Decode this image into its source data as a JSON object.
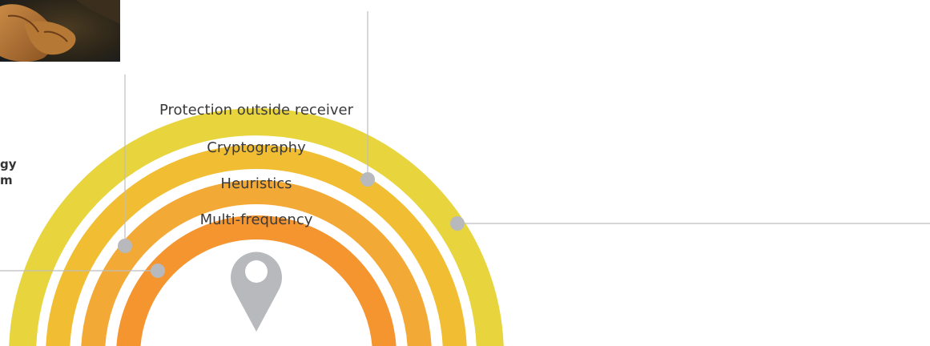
{
  "diagram": {
    "layers": [
      {
        "label": "Protection outside receiver",
        "color": "#e8d43c"
      },
      {
        "label": "Cryptography",
        "color": "#f1be33"
      },
      {
        "label": "Heuristics",
        "color": "#f3a936"
      },
      {
        "label": "Multi-frequency",
        "color": "#f59530"
      }
    ],
    "connector_color": "#bdbdbf",
    "marker_color": "#b8b9bc",
    "pin_icon": "map-pin-icon",
    "painting_icon": "painting-image",
    "side_text_lines": [
      "gy",
      "m"
    ]
  }
}
